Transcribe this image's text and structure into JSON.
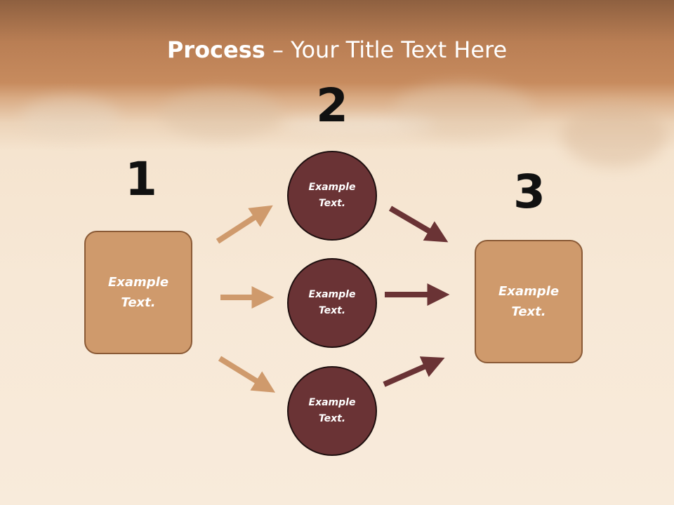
{
  "title": {
    "bold": "Process",
    "rest": " – Your Title Text Here"
  },
  "colors": {
    "box_fill": "#cf9a6c",
    "box_border": "#8a5a36",
    "circle_fill": "#6a3335",
    "arrow_light": "#cf9a6c",
    "arrow_dark": "#6a3335"
  },
  "steps": [
    {
      "number": "1",
      "line1": "Example",
      "line2": "Text."
    },
    {
      "number": "2",
      "line1": "Example",
      "line2": "Text."
    },
    {
      "number": "3",
      "line1": "Example",
      "line2": "Text."
    }
  ],
  "circles": [
    {
      "line1": "Example",
      "line2": "Text."
    },
    {
      "line1": "Example",
      "line2": "Text."
    },
    {
      "line1": "Example",
      "line2": "Text."
    }
  ]
}
